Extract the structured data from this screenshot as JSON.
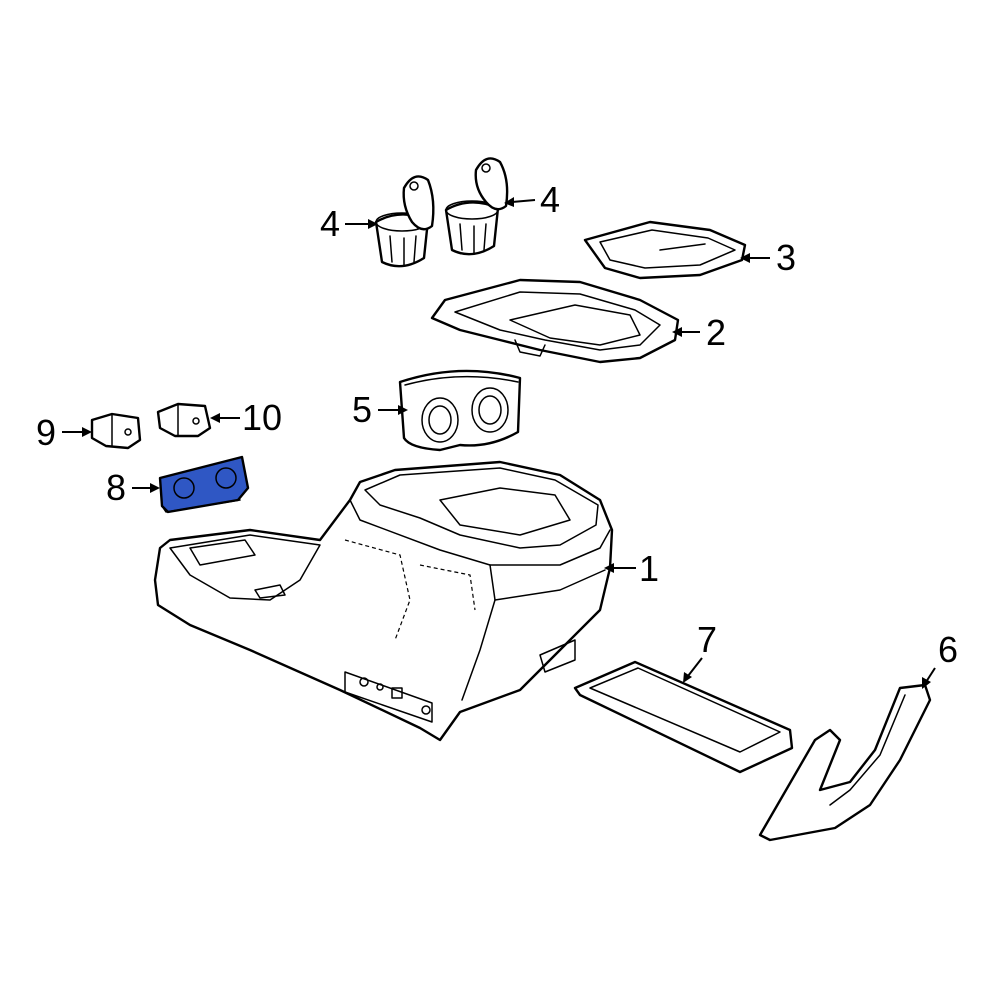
{
  "callouts": {
    "c1": "1",
    "c2": "2",
    "c3": "3",
    "c4a": "4",
    "c4b": "4",
    "c5": "5",
    "c6": "6",
    "c7": "7",
    "c8": "8",
    "c9": "9",
    "c10": "10"
  },
  "colors": {
    "highlight": "#2f57c4",
    "line": "#000000",
    "background": "#ffffff"
  }
}
